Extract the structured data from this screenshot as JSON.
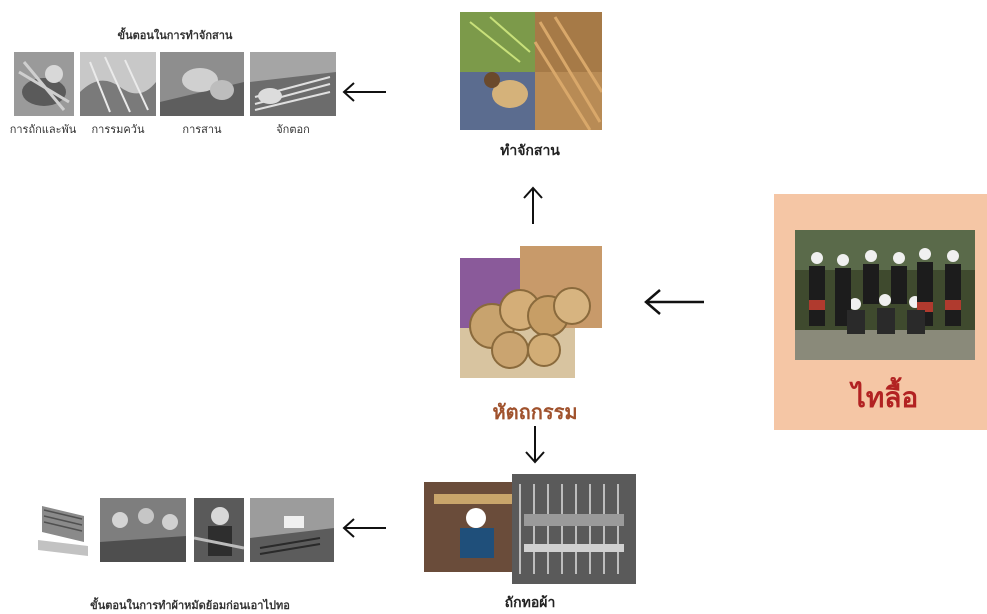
{
  "top_section": {
    "title": "ขั้นตอนในการทำจักสาน",
    "steps": [
      {
        "label": "การถักและพัน"
      },
      {
        "label": "การรมควัน"
      },
      {
        "label": "การสาน"
      },
      {
        "label": "จักตอก"
      }
    ]
  },
  "basketry": {
    "label": "ทำจักสาน"
  },
  "handicraft": {
    "label": "หัตถกรรม",
    "color": "#a0522d"
  },
  "weaving": {
    "label": "ถักทอผ้า"
  },
  "bottom_section": {
    "title": "ขั้นตอนในการทำผ้าหมัดย้อมก่อนเอาไปทอ"
  },
  "tai_lue": {
    "label": "ไทลื้อ",
    "panel_color": "#f5c6a5",
    "label_color": "#b22222"
  },
  "icons": {
    "arrow_left": "arrow-left-icon",
    "arrow_up": "arrow-up-icon",
    "arrow_down": "arrow-down-icon"
  }
}
